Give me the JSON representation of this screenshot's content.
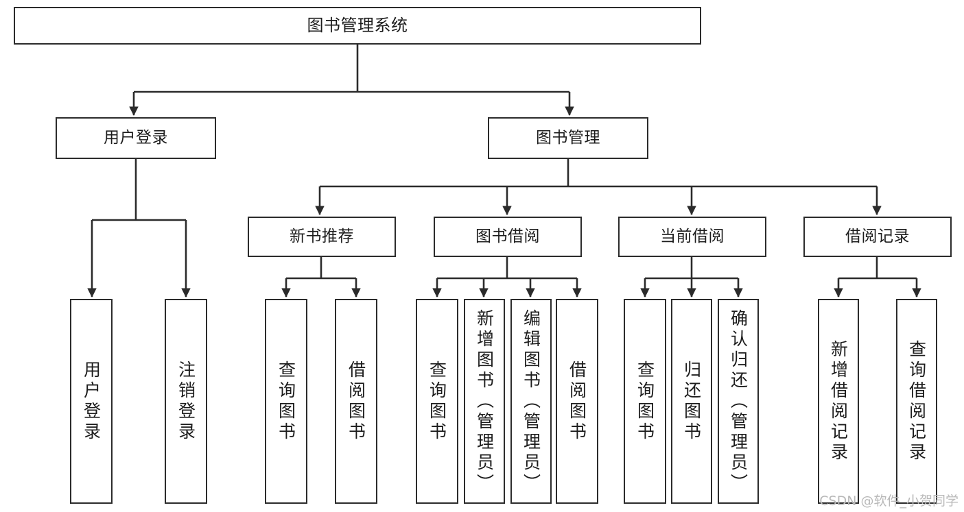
{
  "diagram": {
    "title": "图书管理系统",
    "type": "tree-hierarchy-chart",
    "watermark": "CSDN @软件_小贺同学",
    "colors": {
      "border": "#2b2b2b",
      "background": "#ffffff",
      "text": "#1c1c1c",
      "edge": "#2b2b2b",
      "watermark": "#b9b9b9"
    },
    "nodes": {
      "root": {
        "label": "图书管理系统"
      },
      "level2": [
        {
          "id": "user-login",
          "label": "用户登录"
        },
        {
          "id": "book-management",
          "label": "图书管理"
        }
      ],
      "level3": [
        {
          "id": "new-book-recommend",
          "label": "新书推荐"
        },
        {
          "id": "book-borrow",
          "label": "图书借阅"
        },
        {
          "id": "current-borrow",
          "label": "当前借阅"
        },
        {
          "id": "borrow-record",
          "label": "借阅记录"
        }
      ],
      "leaves": {
        "user-login": [
          {
            "id": "leaf-user-login",
            "label": "用户登录"
          },
          {
            "id": "leaf-user-logout",
            "label": "注销登录"
          }
        ],
        "new-book-recommend": [
          {
            "id": "leaf-query-book-1",
            "label": "查询图书"
          },
          {
            "id": "leaf-borrow-book-1",
            "label": "借阅图书"
          }
        ],
        "book-borrow": [
          {
            "id": "leaf-query-book-2",
            "label": "查询图书"
          },
          {
            "id": "leaf-add-book",
            "label": "新增图书（管理员）"
          },
          {
            "id": "leaf-edit-book",
            "label": "编辑图书（管理员）"
          },
          {
            "id": "leaf-borrow-book-2",
            "label": "借阅图书"
          }
        ],
        "current-borrow": [
          {
            "id": "leaf-query-book-3",
            "label": "查询图书"
          },
          {
            "id": "leaf-return-book",
            "label": "归还图书"
          },
          {
            "id": "leaf-confirm-return",
            "label": "确认归还（管理员）"
          }
        ],
        "borrow-record": [
          {
            "id": "leaf-add-record",
            "label": "新增借阅记录"
          },
          {
            "id": "leaf-query-record",
            "label": "查询借阅记录"
          }
        ]
      }
    }
  }
}
